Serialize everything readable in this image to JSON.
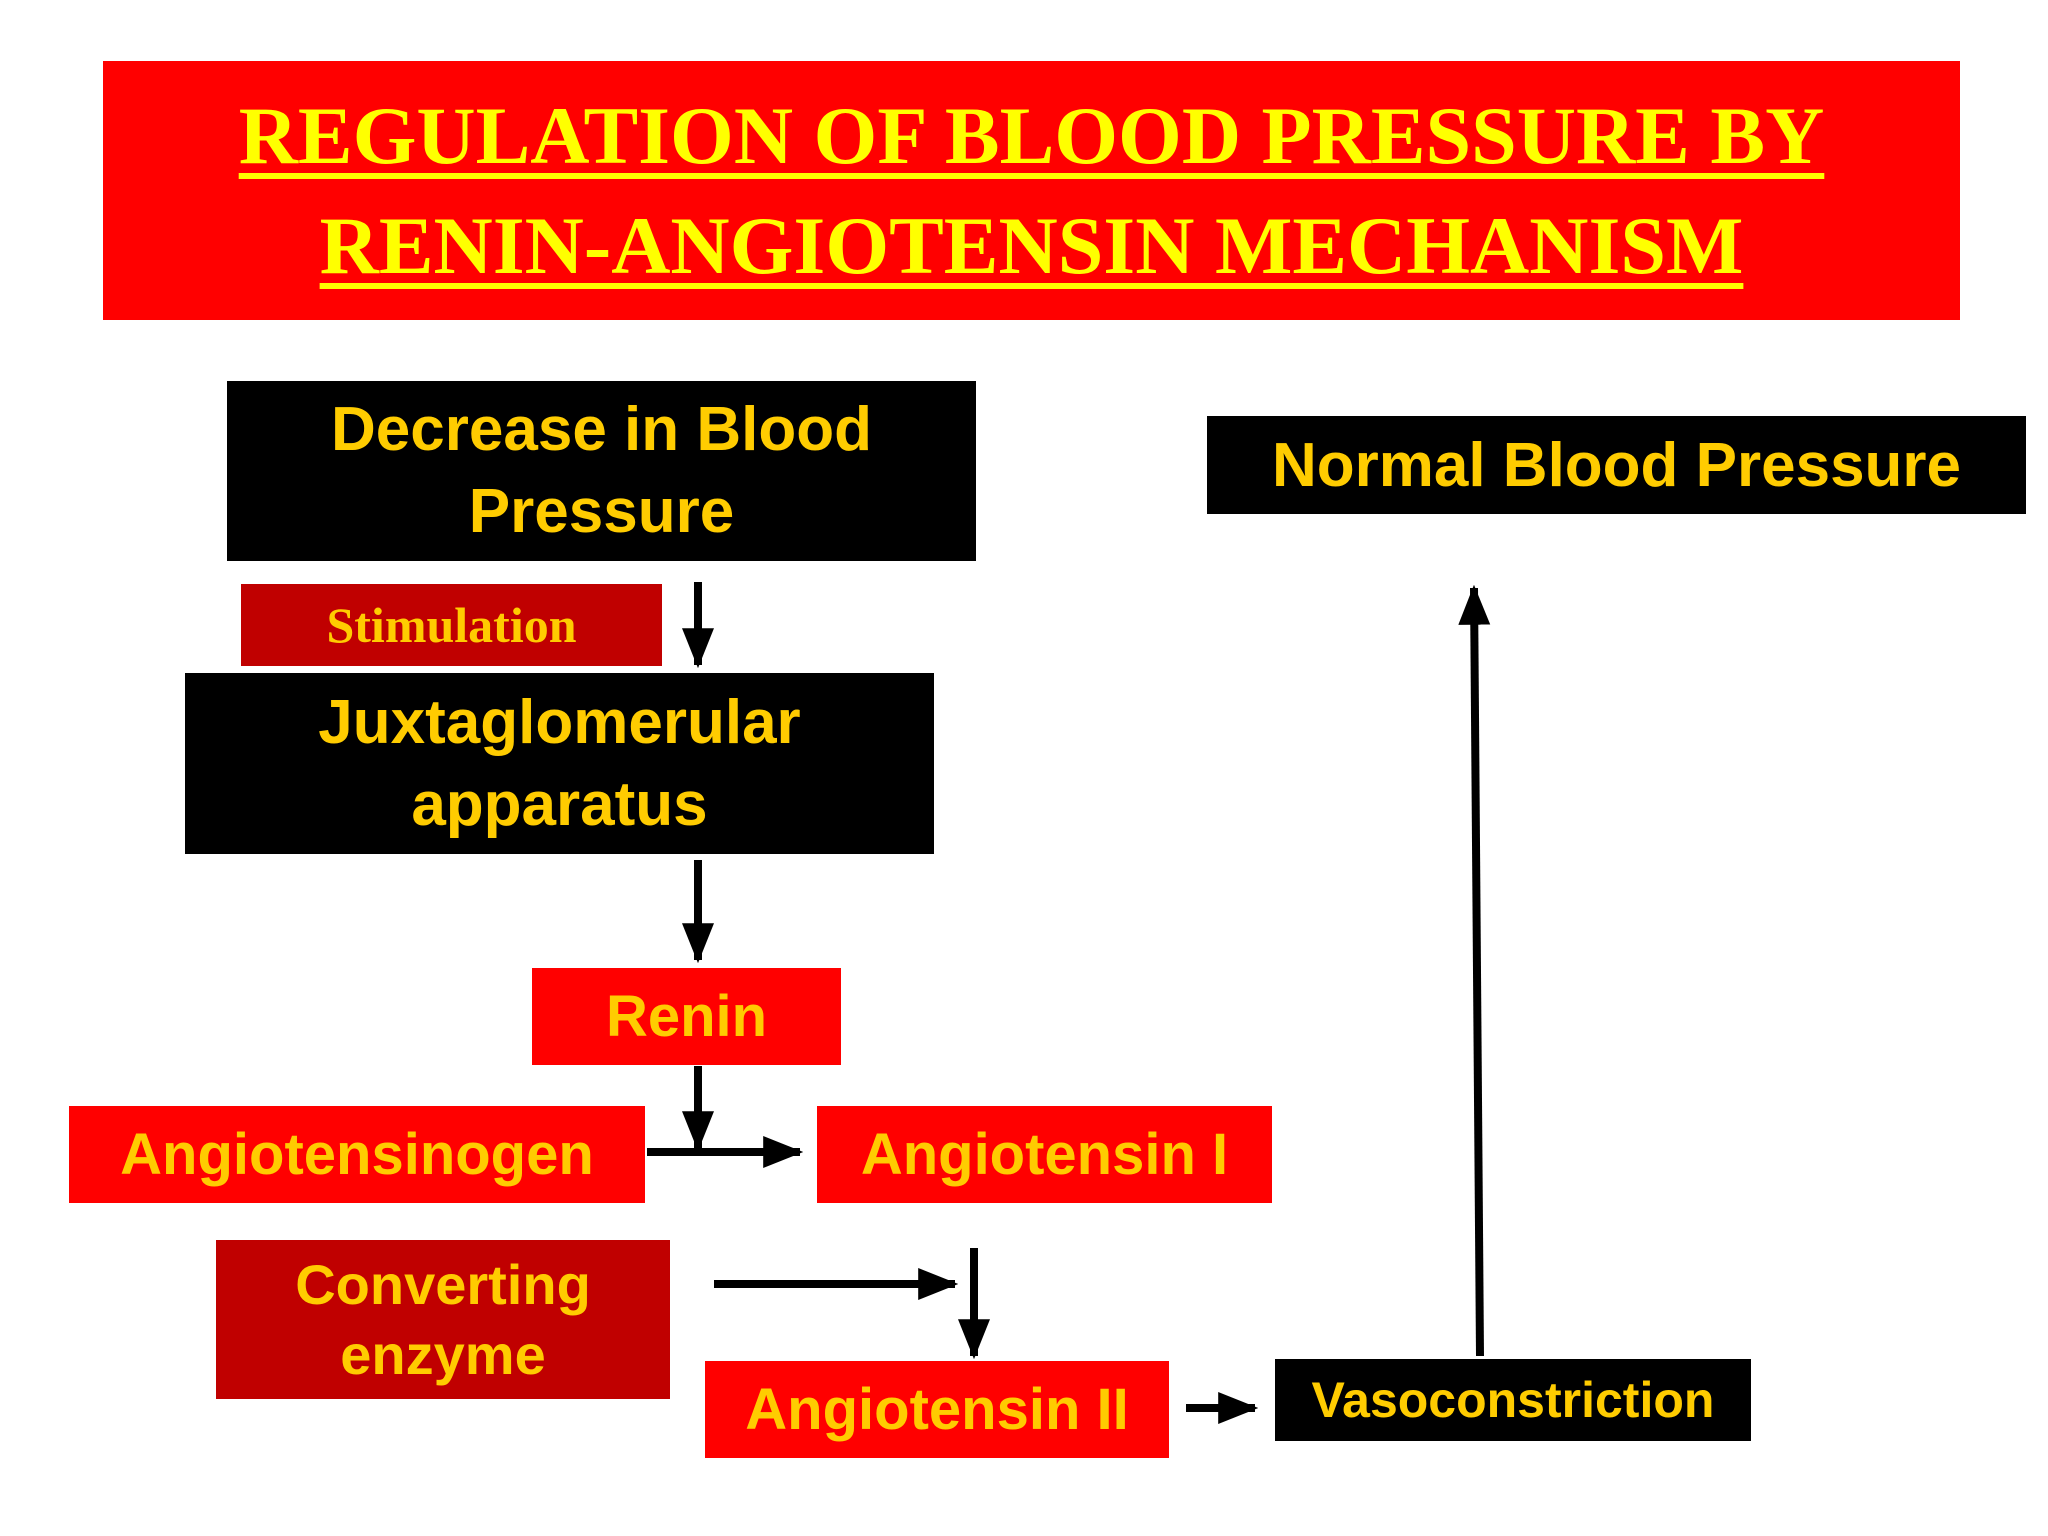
{
  "title": {
    "line1": "REGULATION OF BLOOD PRESSURE BY",
    "line2": "RENIN-ANGIOTENSIN MECHANISM"
  },
  "nodes": {
    "decrease_bp": [
      "Decrease in Blood",
      "Pressure"
    ],
    "stimulation": "Stimulation",
    "jga": [
      "Juxtaglomerular",
      "apparatus"
    ],
    "renin": "Renin",
    "angiotensinogen": "Angiotensinogen",
    "angiotensin_i": "Angiotensin I",
    "converting_enzyme": [
      "Converting",
      "enzyme"
    ],
    "angiotensin_ii": "Angiotensin II",
    "vasoconstriction": "Vasoconstriction",
    "normal_bp": "Normal Blood Pressure"
  },
  "colors": {
    "banner": "#ff0000",
    "title_text": "#ffff00",
    "box_text": "#ffcc00",
    "black_box": "#000000",
    "red_box": "#ff0000",
    "dark_red_box": "#c00000",
    "arrow": "#000000"
  }
}
